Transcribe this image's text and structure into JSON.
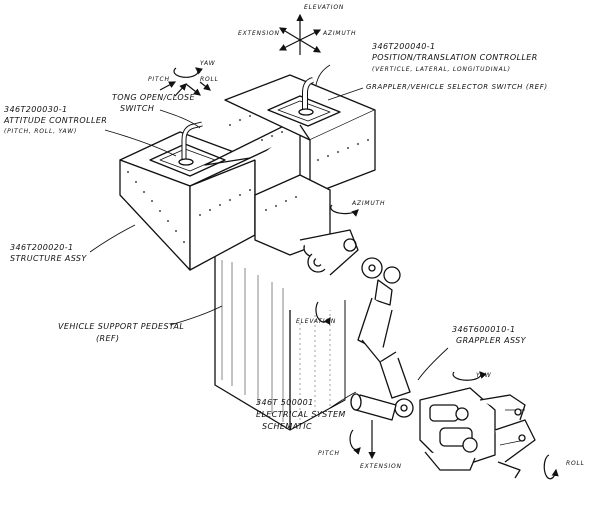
{
  "title": "",
  "callouts": {
    "position_controller": {
      "part_no": "346T200040-1",
      "line1": "POSITION/TRANSLATION CONTROLLER",
      "line2": "(VERTICLE, LATERAL, LONGITUDINAL)"
    },
    "grappler_switch": "GRAPPLER/VEHICLE SELECTOR SWITCH (REF)",
    "tong_switch": {
      "line1": "TONG OPEN/CLOSE",
      "line2": "SWITCH"
    },
    "attitude_controller": {
      "part_no": "346T200030-1",
      "line1": "ATTITUDE CONTROLLER",
      "line2": "(PITCH, ROLL, YAW)"
    },
    "structure_assy": {
      "part_no": "346T200020-1",
      "line1": "STRUCTURE ASSY"
    },
    "vehicle_pedestal": {
      "line1": "VEHICLE SUPPORT PEDESTAL",
      "line2": "(REF)"
    },
    "grappler_assy": {
      "part_no": "346T600010-1",
      "line1": "GRAPPLER ASSY"
    },
    "electrical": {
      "part_no": "346T 500001",
      "line1": "ELECTRICAL SYSTEM",
      "line2": "SCHEMATIC"
    }
  },
  "motion_labels": {
    "elevation_top": "ELEVATION",
    "extension_top": "EXTENSION",
    "azimuth_top": "AZIMUTH",
    "yaw_top": "YAW",
    "pitch_top": "PITCH",
    "roll_top": "ROLL",
    "azimuth_arm": "AZIMUTH",
    "elevation_arm": "ELEVATION",
    "yaw_grappler": "YAW",
    "pitch_grappler": "PITCH",
    "extension_grappler": "EXTENSION",
    "roll_grappler": "ROLL"
  }
}
